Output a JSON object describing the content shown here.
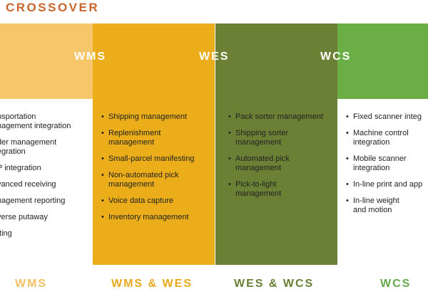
{
  "title": "CROSSOVER",
  "headers": {
    "wms": "WMS",
    "wes": "WES",
    "wcs": "WCS"
  },
  "columns": {
    "wms": {
      "items": [
        [
          "nsportation",
          "nagement integration"
        ],
        [
          "der management",
          "egration"
        ],
        [
          "P integration"
        ],
        [
          "vanced receiving"
        ],
        [
          "nagement reporting"
        ],
        [
          "verse putaway"
        ],
        [
          "tting"
        ]
      ]
    },
    "wms_wes": {
      "items": [
        [
          "Shipping management"
        ],
        [
          "Replenishment",
          "management"
        ],
        [
          "Small-parcel manifesting"
        ],
        [
          "Non-automated pick",
          "management"
        ],
        [
          "Voice data capture"
        ],
        [
          "Inventory management"
        ]
      ]
    },
    "wes_wcs": {
      "items": [
        [
          "Pack sorter management"
        ],
        [
          "Shipping sorter",
          "management"
        ],
        [
          "Automated pick",
          "management"
        ],
        [
          "Pick-to-light",
          "management"
        ]
      ]
    },
    "wcs": {
      "items": [
        [
          "Fixed scanner integ"
        ],
        [
          "Machine control",
          "integration"
        ],
        [
          "Mobile scanner",
          "integration"
        ],
        [
          "In-line print and app"
        ],
        [
          "In-line weight",
          "and motion"
        ]
      ]
    }
  },
  "footer": {
    "wms": "WMS",
    "wms_wes": "WMS & WES",
    "wes_wcs": "WES & WCS",
    "wcs": "WCS"
  },
  "colors": {
    "title": "#c8642c",
    "wms_light": "#f5c66a",
    "wms_wes": "#ebae1a",
    "wes_wcs": "#6a8034",
    "wcs": "#6aae45",
    "foot_wms": "#f3c063",
    "foot_wms_wes": "#e8aa1c",
    "foot_wes_wcs": "#6a7f35",
    "foot_wcs": "#67a84a"
  }
}
